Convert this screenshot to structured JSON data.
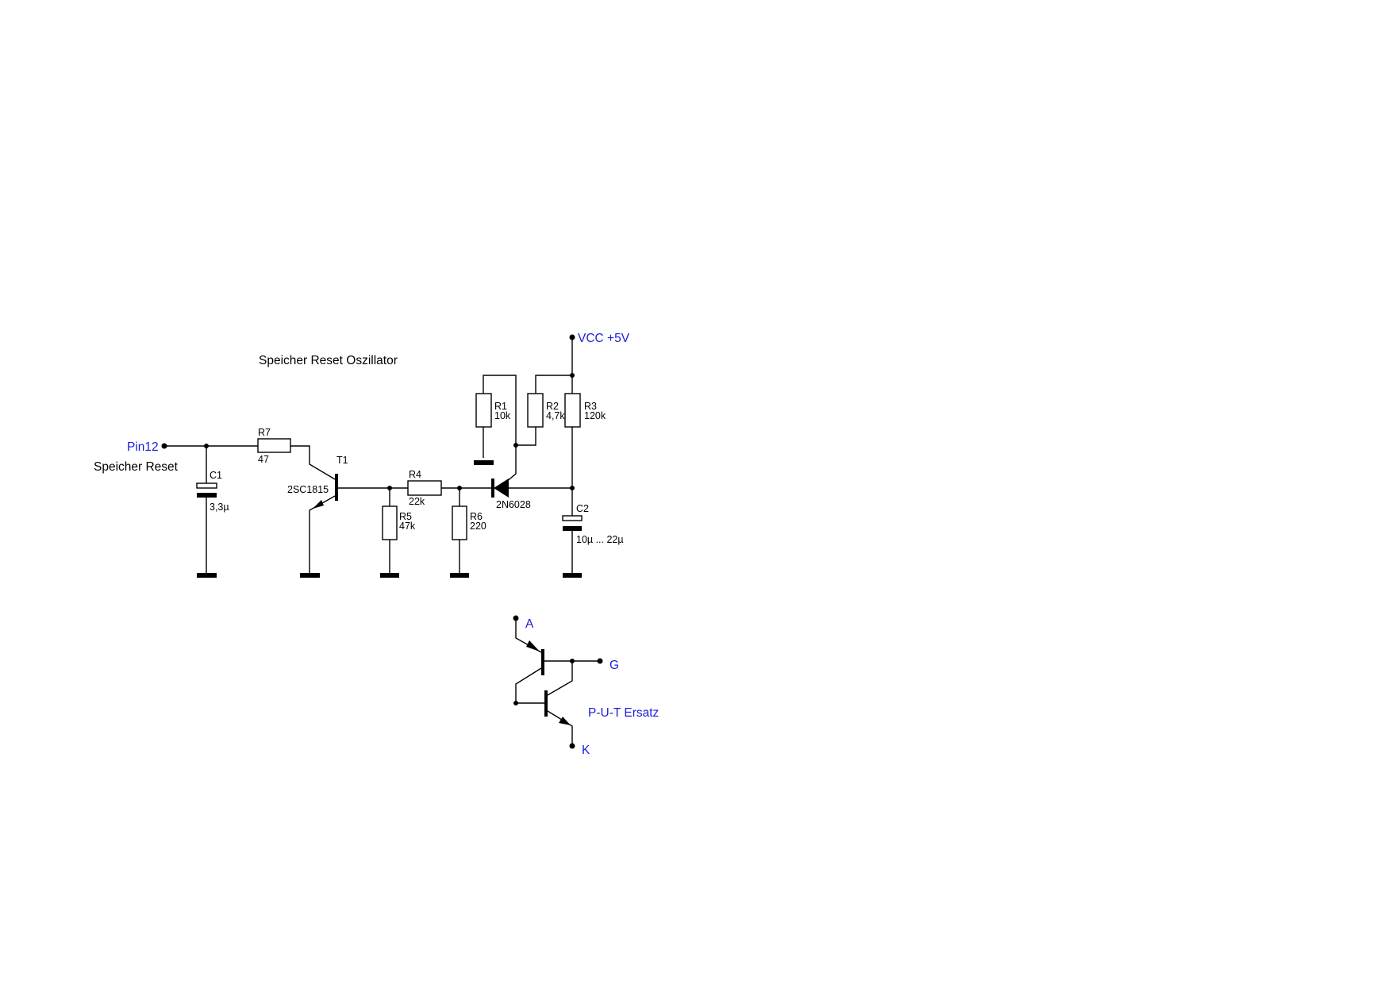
{
  "title": "Speicher Reset Oszillator",
  "nets": {
    "pin12": "Pin12",
    "pin12_desc": "Speicher Reset",
    "vcc": "VCC +5V"
  },
  "components": {
    "R1": {
      "ref": "R1",
      "value": "10k"
    },
    "R2": {
      "ref": "R2",
      "value": "4,7k"
    },
    "R3": {
      "ref": "R3",
      "value": "120k"
    },
    "R4": {
      "ref": "R4",
      "value": "22k"
    },
    "R5": {
      "ref": "R5",
      "value": "47k"
    },
    "R6": {
      "ref": "R6",
      "value": "220"
    },
    "R7": {
      "ref": "R7",
      "value": "47"
    },
    "C1": {
      "ref": "C1",
      "value": "3,3µ"
    },
    "C2": {
      "ref": "C2",
      "value": "10µ ... 22µ"
    },
    "T1": {
      "ref": "T1",
      "value": "2SC1815"
    },
    "PUT": {
      "value": "2N6028"
    }
  },
  "put_equivalent": {
    "title": "P-U-T Ersatz",
    "pin_a": "A",
    "pin_g": "G",
    "pin_k": "K"
  },
  "colors": {
    "net_label": "#1c1cd8",
    "wire": "#000000"
  }
}
